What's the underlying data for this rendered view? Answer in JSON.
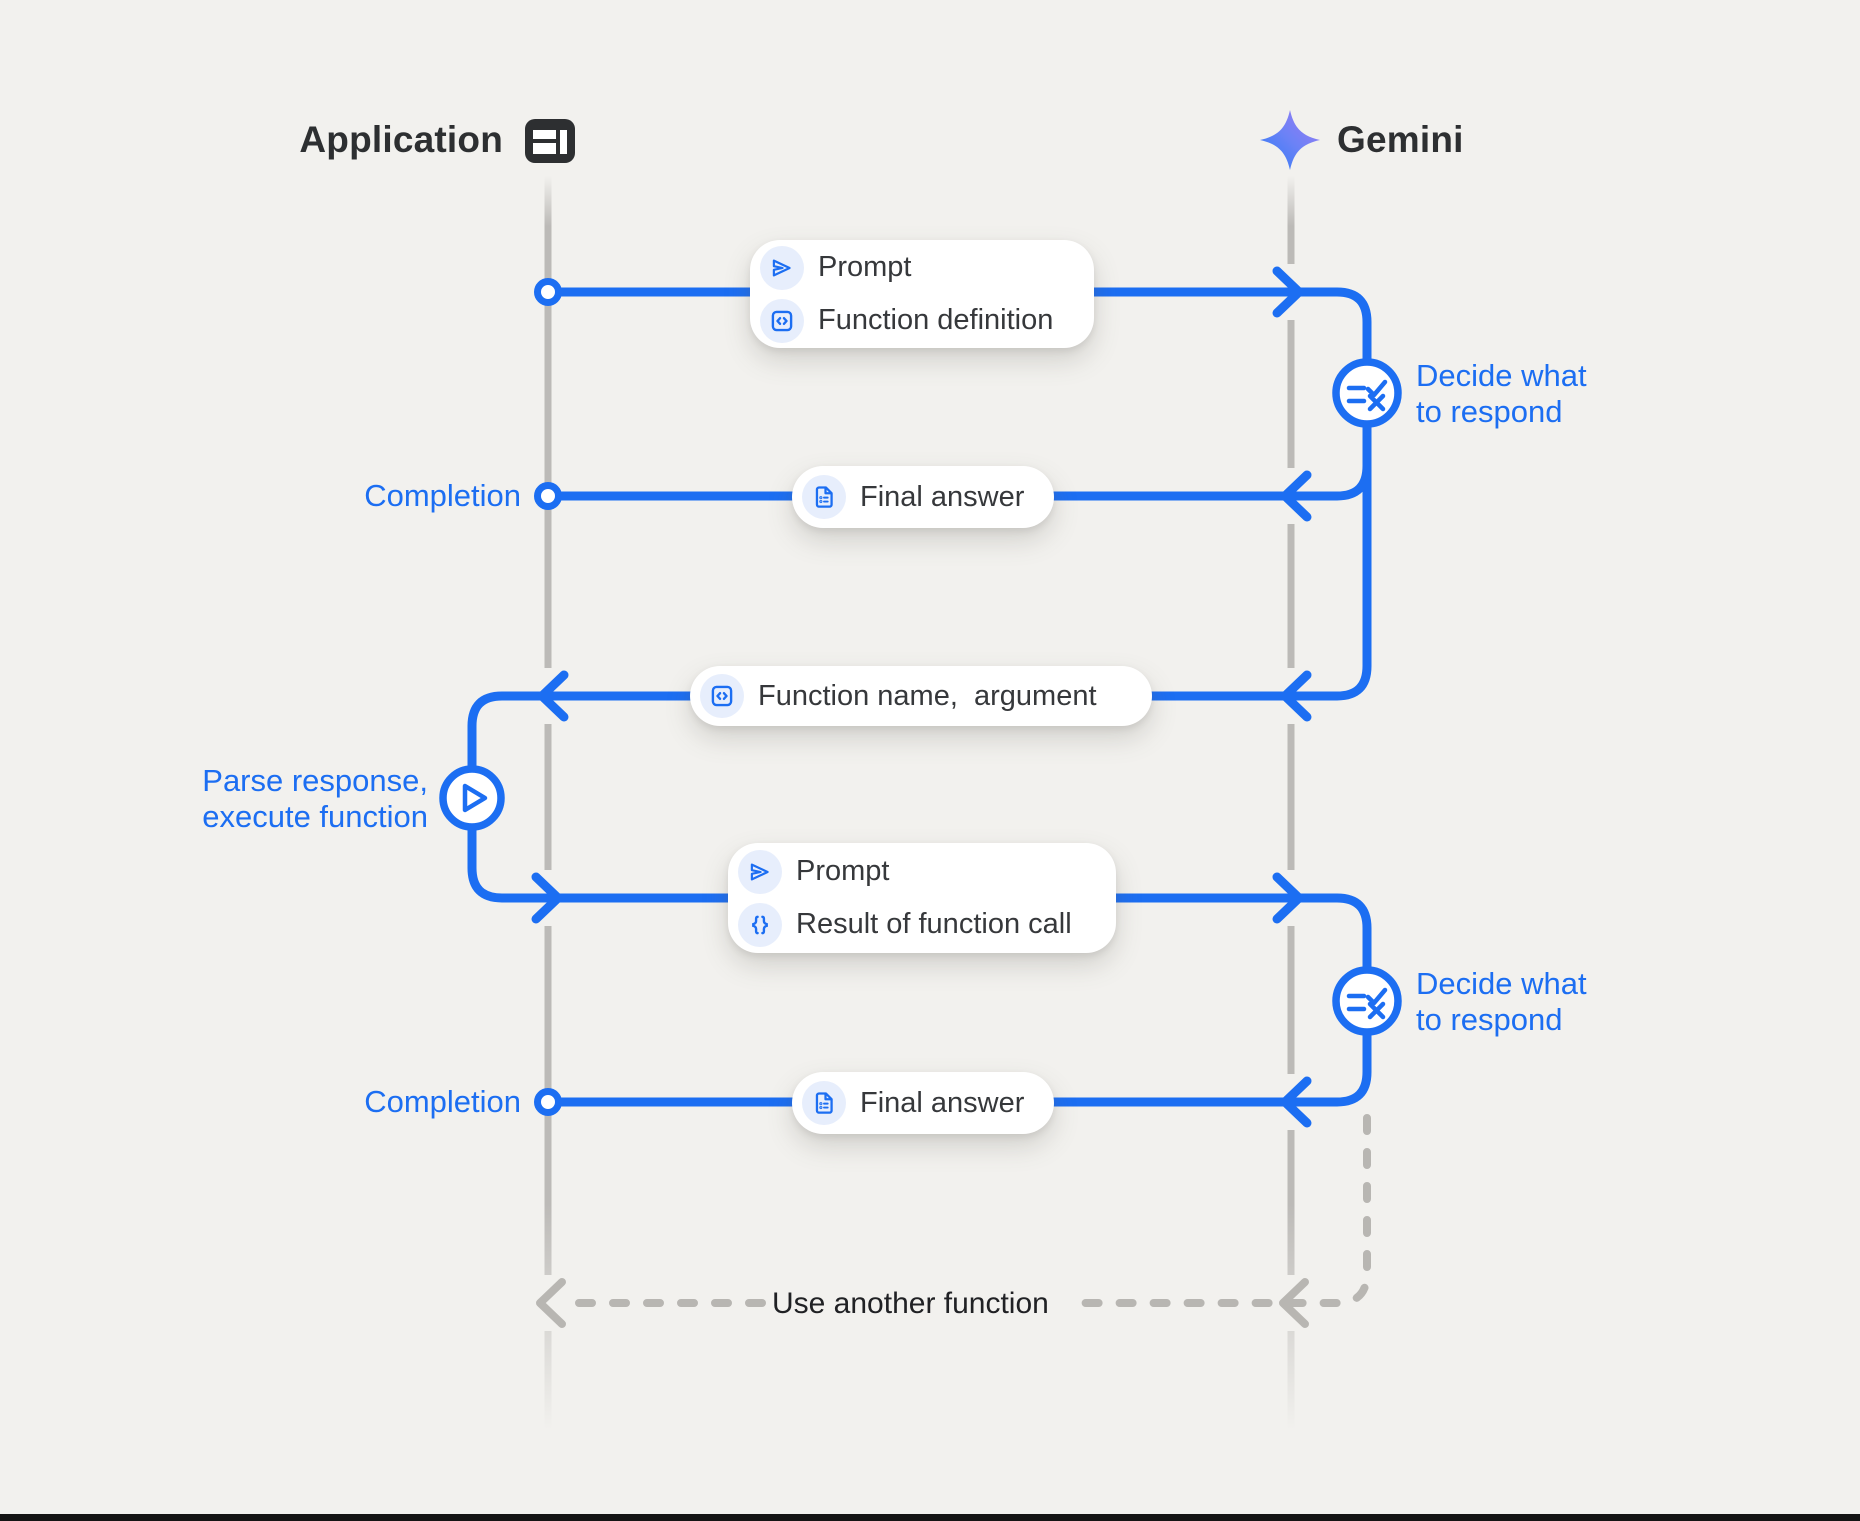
{
  "colors": {
    "background": "#f2f1ee",
    "accent_blue": "#1c6ef2",
    "chip_blue": "#e7eefc",
    "lifeline_gray": "#bcbab7",
    "dashed_gray": "#b8b6b2",
    "dark_text": "#2d2f31",
    "box_text": "#36383b",
    "star_gradient_start": "#3e7df7",
    "star_gradient_end": "#9d7cf3"
  },
  "actors": {
    "application": {
      "label": "Application",
      "icon": "app-window-icon"
    },
    "gemini": {
      "label": "Gemini",
      "icon": "gemini-sparkle-icon"
    }
  },
  "messages": {
    "prompt1": {
      "items": [
        {
          "icon": "send-icon",
          "label": "Prompt"
        },
        {
          "icon": "code-box-icon",
          "label": "Function definition"
        }
      ]
    },
    "final_answer1": {
      "items": [
        {
          "icon": "document-icon",
          "label": "Final answer"
        }
      ]
    },
    "function_name": {
      "items": [
        {
          "icon": "code-box-icon",
          "label": "Function name,  argument"
        }
      ]
    },
    "prompt2": {
      "items": [
        {
          "icon": "send-icon",
          "label": "Prompt"
        },
        {
          "icon": "braces-icon",
          "label": "Result of function call"
        }
      ]
    },
    "final_answer2": {
      "items": [
        {
          "icon": "document-icon",
          "label": "Final answer"
        }
      ]
    }
  },
  "annotations": {
    "completion1": "Completion",
    "completion2": "Completion",
    "decide1": {
      "line1": "Decide what",
      "line2": "to respond"
    },
    "decide2": {
      "line1": "Decide what",
      "line2": "to respond"
    },
    "parse": {
      "line1": "Parse response,",
      "line2": "execute function"
    },
    "use_another": "Use another function"
  }
}
